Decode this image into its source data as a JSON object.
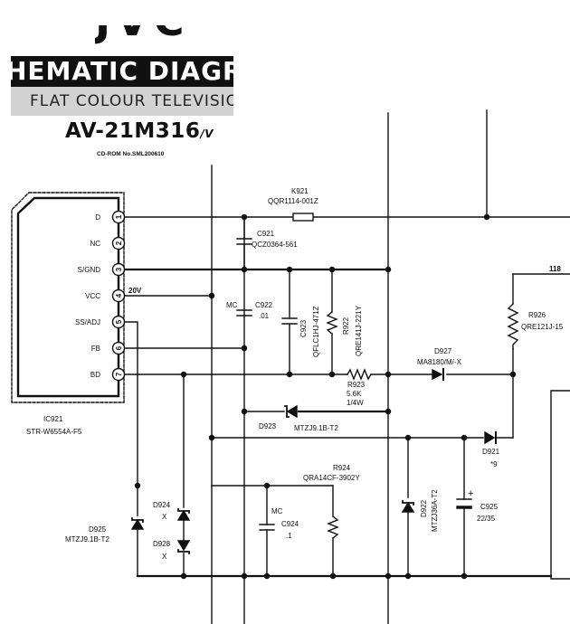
{
  "header": {
    "logo": "JVC",
    "title": "HEMATIC DIAGRAM",
    "subtitle": "FLAT COLOUR TELEVISION",
    "model": "AV-21M316",
    "model_suffix": "/V",
    "cdrom": "CD-ROM No.SML200610"
  },
  "ic": {
    "ref": "IC921",
    "part": "STR-W6554A-F5",
    "pins": [
      {
        "num": "1",
        "label": "D"
      },
      {
        "num": "2",
        "label": "NC"
      },
      {
        "num": "3",
        "label": "S/GND"
      },
      {
        "num": "4",
        "label": "VCC"
      },
      {
        "num": "5",
        "label": "SS/ADJ"
      },
      {
        "num": "6",
        "label": "FB"
      },
      {
        "num": "7",
        "label": "BD"
      }
    ]
  },
  "components": {
    "k921": {
      "ref": "K921",
      "part": "QQR1114-001Z"
    },
    "c921": {
      "ref": "C921",
      "part": "QCZ0364-561"
    },
    "c922": {
      "ref": "C922",
      "mc": "MC",
      "value": ".01"
    },
    "c923": {
      "ref": "C923",
      "part": "QFLC1HJ-471Z"
    },
    "r922": {
      "ref": "R922",
      "part": "QRE141J-221Y"
    },
    "r923": {
      "ref": "R923",
      "value": "5.6K",
      "rating": "1/4W"
    },
    "d927": {
      "ref": "D927",
      "part": "MA8180/M/-X"
    },
    "r926": {
      "ref": "R926",
      "part": "QRE121J-15"
    },
    "d923": {
      "ref": "D923",
      "part": "MTZJ9.1B-T2"
    },
    "d921": {
      "ref": "D921",
      "value": "*9"
    },
    "r924": {
      "ref": "R924",
      "part": "QRA14CF-3902Y"
    },
    "c924": {
      "ref": "C924",
      "mc": "MC",
      "value": ".1"
    },
    "d924": {
      "ref": "D924",
      "value": "X"
    },
    "d928": {
      "ref": "D928",
      "value": "X"
    },
    "d925": {
      "ref": "D925",
      "part": "MTZJ9.1B-T2"
    },
    "d922": {
      "ref": "D922",
      "part": "MTZJ36A-T2"
    },
    "c925": {
      "ref": "C925",
      "value": "22/35"
    }
  },
  "nets": {
    "vcc": "20V",
    "right_node": "118"
  }
}
